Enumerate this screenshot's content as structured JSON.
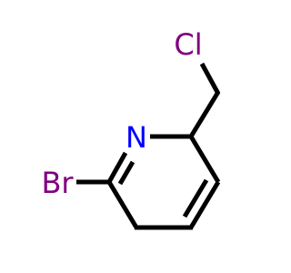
{
  "molecule": {
    "atoms": {
      "chlorine": {
        "symbol": "Cl",
        "color": "#800080"
      },
      "nitrogen": {
        "symbol": "N",
        "color": "#0000ff"
      },
      "bromine": {
        "symbol": "Br",
        "color": "#800080"
      }
    },
    "bond_color": "#000000"
  }
}
